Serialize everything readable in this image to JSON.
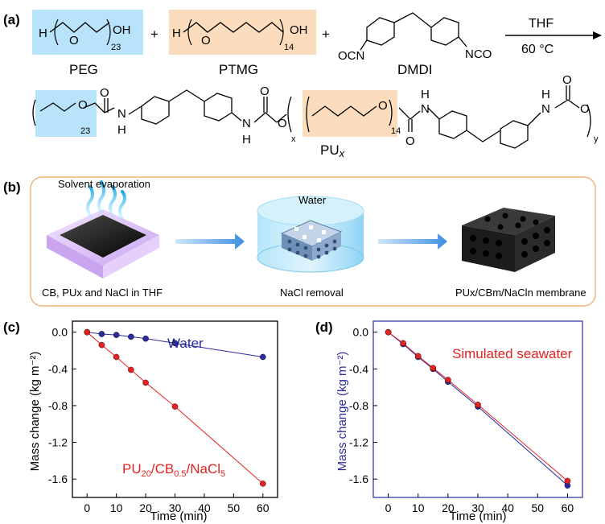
{
  "panel_a": {
    "label": "(a)",
    "reactants": {
      "peg": "PEG",
      "ptmg": "PTMG",
      "dmdi": "DMDI"
    },
    "repeat_counts": {
      "peg": "23",
      "ptmg": "14"
    },
    "plus": "+",
    "atoms": {
      "h": "H",
      "o": "O",
      "oh": "OH",
      "ocn": "OCN",
      "nco": "NCO",
      "n": "N",
      "n_h": "H"
    },
    "conditions": {
      "solvent": "THF",
      "temperature": "60 °C"
    },
    "product": {
      "name": "PU",
      "name_subscript": "x",
      "x": "x",
      "y": "y",
      "peg_count": "23",
      "ptmg_count": "14"
    }
  },
  "panel_b": {
    "label": "(b)",
    "step1_top": "Solvent evaporation",
    "step1_caption": "CB, PUx and NaCl in THF",
    "step2_top": "Water",
    "step2_caption": "NaCl removal",
    "step3_caption": "PUx/CBm/NaCln membrane",
    "colors": {
      "border": "#f2b47c",
      "arrow": "#5fa9e8",
      "water": "#9fdcf5",
      "tray": "#d6b6f2"
    }
  },
  "chart_data": [
    {
      "type": "line",
      "panel_label": "(c)",
      "xlabel": "Time (min)",
      "ylabel": "Mass change (kg m⁻²)",
      "xlim": [
        -5,
        65
      ],
      "ylim": [
        -1.8,
        0.12
      ],
      "xticks": [
        0,
        10,
        20,
        30,
        40,
        50,
        60
      ],
      "yticks": [
        0.0,
        -0.4,
        -0.8,
        -1.2,
        -1.6
      ],
      "ytick_labels": [
        "0.0",
        "-0.4",
        "-0.8",
        "-1.2",
        "-1.6"
      ],
      "series": [
        {
          "name": "Water",
          "color": "#2b2b9c",
          "x": [
            0,
            5,
            10,
            15,
            20,
            30,
            60
          ],
          "y": [
            0.0,
            -0.02,
            -0.03,
            -0.05,
            -0.07,
            -0.12,
            -0.27
          ]
        },
        {
          "name": "PU20/CB0.5/NaCl5",
          "color": "#e62121",
          "x": [
            0,
            5,
            10,
            15,
            20,
            30,
            60
          ],
          "y": [
            0.0,
            -0.14,
            -0.27,
            -0.41,
            -0.55,
            -0.81,
            -1.65
          ]
        }
      ],
      "series_labels": {
        "water": "Water",
        "pu_main": "PU",
        "pu_sub": "20",
        "cb_main": "/CB",
        "cb_sub": "0.5",
        "nacl_main": "/NaCl",
        "nacl_sub": "5"
      }
    },
    {
      "type": "line",
      "panel_label": "(d)",
      "xlabel": "Time (min)",
      "ylabel": "Mass change (kg m⁻²)",
      "xlim": [
        -5,
        65
      ],
      "ylim": [
        -1.8,
        0.12
      ],
      "xticks": [
        0,
        10,
        20,
        30,
        40,
        50,
        60
      ],
      "yticks": [
        0.0,
        -0.4,
        -0.8,
        -1.2,
        -1.6
      ],
      "ytick_labels": [
        "0.0",
        "-0.4",
        "-0.8",
        "-1.2",
        "-1.6"
      ],
      "annotation": "Simulated seawater",
      "series": [
        {
          "color": "#2b2b9c",
          "x": [
            0,
            5,
            10,
            15,
            20,
            30,
            60
          ],
          "y": [
            0.0,
            -0.13,
            -0.27,
            -0.4,
            -0.54,
            -0.81,
            -1.67
          ]
        },
        {
          "color": "#e62121",
          "x": [
            0,
            5,
            10,
            15,
            20,
            30,
            60
          ],
          "y": [
            0.0,
            -0.12,
            -0.26,
            -0.39,
            -0.52,
            -0.79,
            -1.62
          ]
        }
      ]
    }
  ]
}
